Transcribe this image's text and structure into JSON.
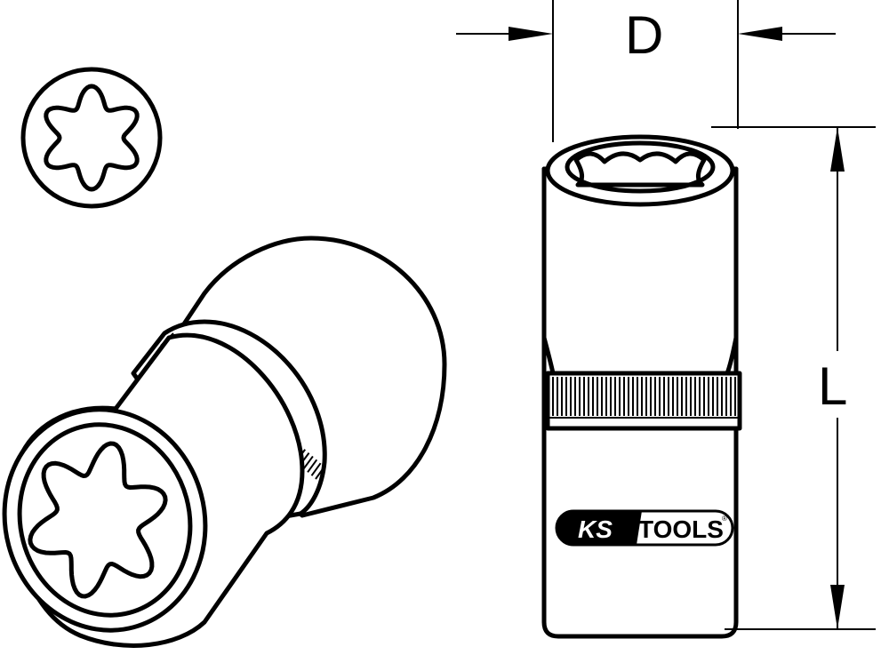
{
  "dimensions": {
    "diameter_label": "D",
    "length_label": "L"
  },
  "logo": {
    "brand_part1": "KS",
    "brand_part2": "TOOLS",
    "registered_mark": "®"
  },
  "drive_profile": "external-torx-star"
}
